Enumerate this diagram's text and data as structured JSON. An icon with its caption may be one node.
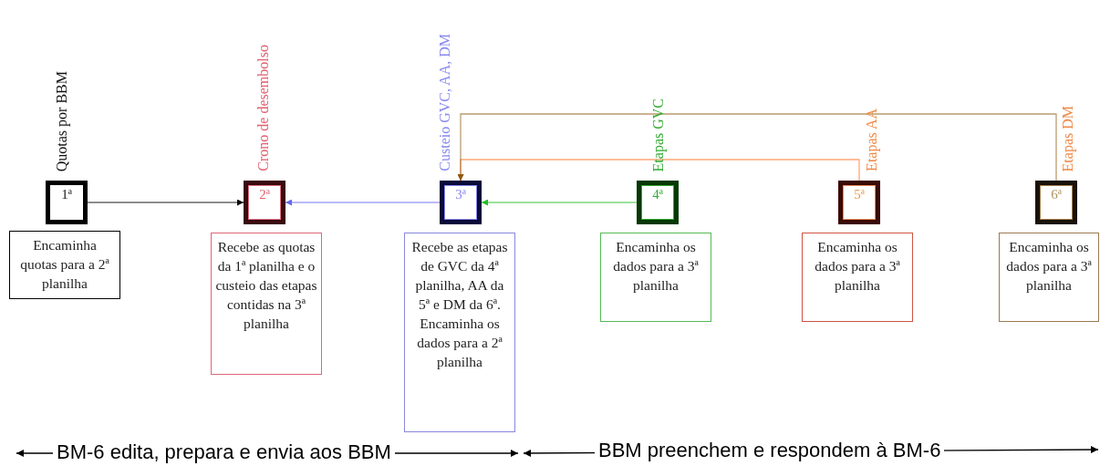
{
  "diagram": {
    "nodes": [
      {
        "text": [
          "1ª"
        ],
        "beside": [
          "Quotas por BBM"
        ]
      },
      {
        "text": [
          "2ª"
        ],
        "beside": [
          "Crono de desembolso"
        ]
      },
      {
        "text": [
          "3ª"
        ],
        "beside": [
          "Custeio GVC, AA, DM"
        ]
      },
      {
        "text": [
          "4ª"
        ],
        "beside": [
          "Etapas GVC"
        ]
      },
      {
        "text": [
          "5ª"
        ],
        "beside": [
          "Etapas AA"
        ]
      },
      {
        "text": [
          "6ª"
        ],
        "beside": [
          "Etapas DM"
        ]
      },
      {
        "text": [
          "Encaminha quotas para a 2ª planilha"
        ]
      },
      {
        "text": [
          "Recebe as quotas da 1ª planilha e o custeio das etapas contidas na 3ª planilha"
        ]
      },
      {
        "text": [
          "Recebe as etapas de GVC da 4ª planilha, AA da 5ª e DM da 6ª. Encaminha os dados para a 2ª planilha"
        ]
      },
      {
        "text": [
          "Encaminha os dados para a 3ª planilha"
        ]
      },
      {
        "text": [
          "Encaminha os dados para a 3ª planilha"
        ]
      },
      {
        "text": [
          "Encaminha os dados para a 3ª planilha"
        ]
      }
    ],
    "edges": [
      {
        "from": 0,
        "to": 1,
        "arrow": "to",
        "color": "#000000"
      },
      {
        "from": 2,
        "to": 1,
        "arrow": "to",
        "color": "#6666ee"
      },
      {
        "from": 3,
        "to": 2,
        "arrow": "to",
        "color": "#22bb22"
      },
      {
        "from": 4,
        "to": 2,
        "arrow": "to",
        "color": "#ff6a1a"
      },
      {
        "from": 5,
        "to": 2,
        "arrow": "to",
        "color": "#8a5a10"
      }
    ],
    "labels": [
      "BM-6 edita, prepara e envia aos BBM",
      "BBM preenchem e respondem à BM-6"
    ]
  }
}
